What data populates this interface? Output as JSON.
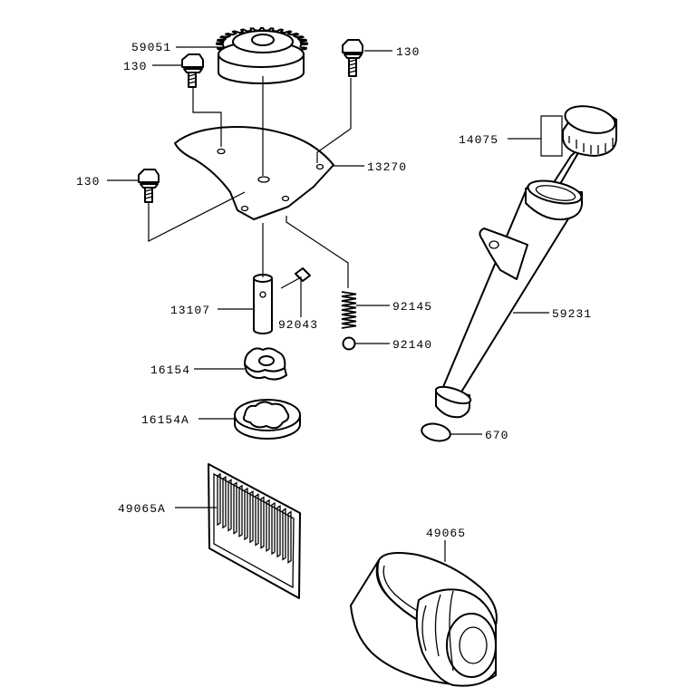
{
  "labels": {
    "gear": "59051",
    "bolt_left_top": "130",
    "bolt_right_top": "130",
    "bolt_left_mid": "130",
    "plate": "13270",
    "dipstick_cap": "14075",
    "filler_tube": "59231",
    "shaft": "13107",
    "pin": "92043",
    "spring": "92145",
    "ball": "92140",
    "inner_rotor": "16154",
    "outer_rotor": "16154A",
    "o_ring": "670",
    "strainer": "49065A",
    "oil_filter": "49065"
  }
}
